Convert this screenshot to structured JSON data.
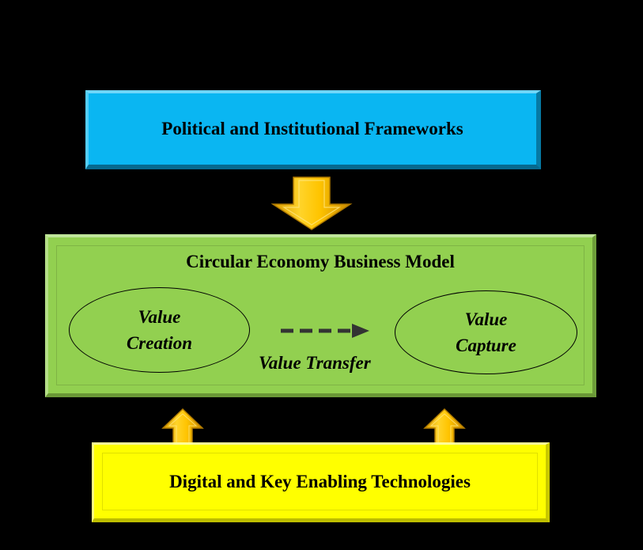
{
  "policy": {
    "label": "Political and Institutional Frameworks",
    "color": "#0ab6f2"
  },
  "business_model": {
    "title": "Circular Economy Business Model",
    "color": "#92d050",
    "value_creation": {
      "line1": "Value",
      "line2": "Creation"
    },
    "value_capture": {
      "line1": "Value",
      "line2": "Capture"
    },
    "value_transfer": "Value Transfer"
  },
  "technologies": {
    "label": "Digital and Key Enabling Technologies",
    "color": "#ffff00"
  },
  "arrow_color": "#f5b800"
}
